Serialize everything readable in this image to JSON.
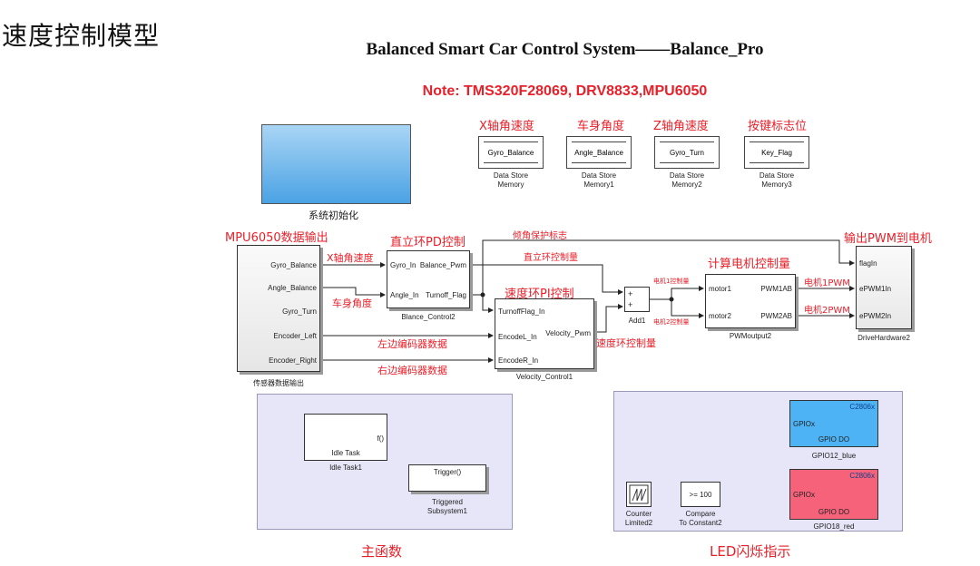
{
  "heading": "速度控制模型",
  "title": "Balanced Smart Car Control System——Balance_Pro",
  "note": "Note: TMS320F28069, DRV8833,MPU6050",
  "memory_labels": {
    "x_angular": "X轴角速度",
    "body_angle": "车身角度",
    "z_angular": "Z轴角速度",
    "key_flag": "按键标志位"
  },
  "memories": [
    {
      "var": "Gyro_Balance",
      "name1": "Data Store",
      "name2": "Memory"
    },
    {
      "var": "Angle_Balance",
      "name1": "Data Store",
      "name2": "Memory1"
    },
    {
      "var": "Gyro_Turn",
      "name1": "Data Store",
      "name2": "Memory2"
    },
    {
      "var": "Key_Flag",
      "name1": "Data Store",
      "name2": "Memory3"
    }
  ],
  "init_label": "系统初始化",
  "sensor": {
    "heading": "MPU6050数据输出",
    "ports": [
      "Gyro_Balance",
      "Angle_Balance",
      "Gyro_Turn",
      "Encoder_Left",
      "Encoder_Right"
    ],
    "name": "传感器数据输出"
  },
  "balance": {
    "heading": "直立环PD控制",
    "in1": "Gyro_In",
    "in2": "Angle_In",
    "out1": "Balance_Pwm",
    "out2": "Turnoff_Flag",
    "name": "Blance_Control2"
  },
  "velocity": {
    "heading": "速度环PI控制",
    "in1": "TurnoffFlag_In",
    "in2": "EncodeL_In",
    "in3": "EncodeR_In",
    "out1": "Velocity_Pwm",
    "name": "Velocity_Control1"
  },
  "add_name": "Add1",
  "pwm": {
    "heading": "计算电机控制量",
    "in1": "motor1",
    "in2": "motor2",
    "out1": "PWM1AB",
    "out2": "PWM2AB",
    "name": "PWMoutput2"
  },
  "drive": {
    "heading": "输出PWM到电机",
    "in1": "flagIn",
    "in2": "ePWM1In",
    "in3": "ePWM2In",
    "name": "DriveHardware2"
  },
  "wire_labels": {
    "x_angular": "X轴角速度",
    "body_angle": "车身角度",
    "tilt_flag": "倾角保护标志",
    "upright_ctrl": "直立环控制量",
    "left_encoder": "左边编码器数据",
    "right_encoder": "右边编码器数据",
    "speed_ctrl": "速度环控制量",
    "motor1_ctrl": "电机1控制量",
    "motor2_ctrl": "电机2控制量",
    "motor1_pwm": "电机1PWM",
    "motor2_pwm": "电机2PWM"
  },
  "main_fn": {
    "idle_port": "f()",
    "idle_inner": "Idle Task",
    "idle_name": "Idle Task1",
    "trig_port": "Trigger()",
    "trig_name1": "Triggered",
    "trig_name2": "Subsystem1",
    "label": "主函数"
  },
  "led": {
    "gpio_tag": "C2806x",
    "gpio_port": "GPIOx",
    "gpio_inner": "GPIO DO",
    "blue_name": "GPIO12_blue",
    "red_name": "GPIO18_red",
    "counter_name1": "Counter",
    "counter_name2": "Limited2",
    "compare_inner": ">= 100",
    "compare_name1": "Compare",
    "compare_name2": "To Constant2",
    "label": "LED闪烁指示"
  },
  "colors": {
    "accent_red": "#e8202a",
    "subsystem_bg": "#e6e6f8",
    "blue_gpio": "#4db3f4",
    "red_gpio": "#f5627a"
  }
}
